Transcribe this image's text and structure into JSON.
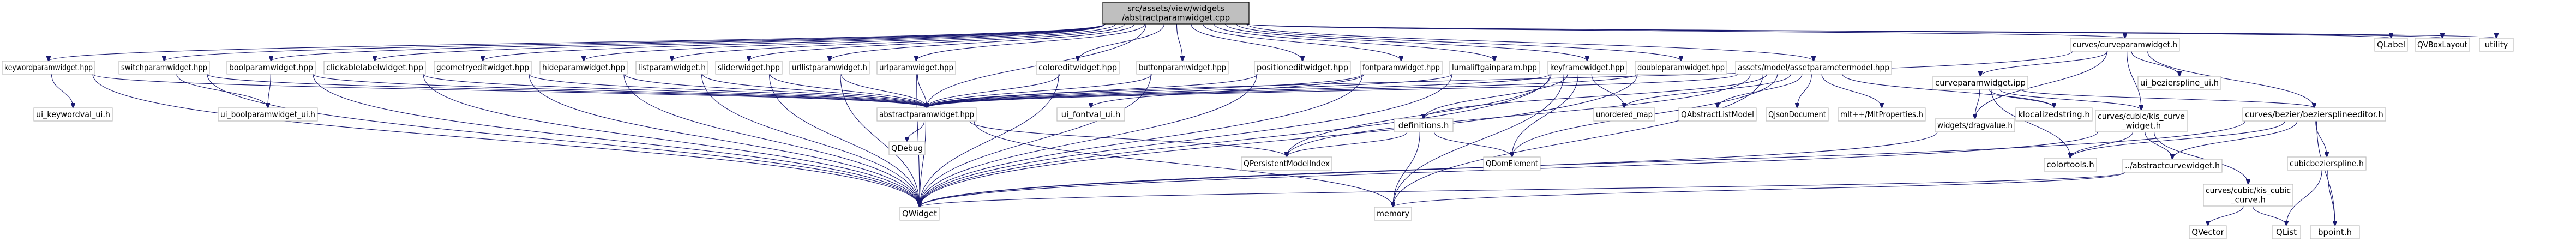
{
  "diagram": {
    "type": "include-dependency-graph",
    "colors": {
      "edge": "#191970",
      "node_border": "#bfbfbf",
      "root_fill": "#bfbfbf",
      "unresolved_text": "#ff0000",
      "text": "#000000"
    },
    "nodes": [
      {
        "id": "root",
        "label_lines": [
          "src/assets/view/widgets",
          "/abstractparamwidget.cpp"
        ],
        "kind": "root"
      },
      {
        "id": "keyword",
        "label_lines": [
          "keywordparamwidget.hpp"
        ],
        "kind": "file"
      },
      {
        "id": "switch",
        "label_lines": [
          "switchparamwidget.hpp"
        ],
        "kind": "file"
      },
      {
        "id": "bool",
        "label_lines": [
          "boolparamwidget.hpp"
        ],
        "kind": "file"
      },
      {
        "id": "clickable",
        "label_lines": [
          "clickablelabelwidget.hpp"
        ],
        "kind": "file"
      },
      {
        "id": "geometry",
        "label_lines": [
          "geometryeditwidget.hpp"
        ],
        "kind": "missing"
      },
      {
        "id": "hide",
        "label_lines": [
          "hideparamwidget.hpp"
        ],
        "kind": "file"
      },
      {
        "id": "listparam",
        "label_lines": [
          "listparamwidget.h"
        ],
        "kind": "missing"
      },
      {
        "id": "slider",
        "label_lines": [
          "sliderwidget.hpp"
        ],
        "kind": "missing"
      },
      {
        "id": "urllist",
        "label_lines": [
          "urllistparamwidget.h"
        ],
        "kind": "missing"
      },
      {
        "id": "urlparam",
        "label_lines": [
          "urlparamwidget.hpp"
        ],
        "kind": "missing"
      },
      {
        "id": "colored",
        "label_lines": [
          "coloreditwidget.hpp"
        ],
        "kind": "file"
      },
      {
        "id": "button",
        "label_lines": [
          "buttonparamwidget.hpp"
        ],
        "kind": "file"
      },
      {
        "id": "positioned",
        "label_lines": [
          "positioneditwidget.hpp"
        ],
        "kind": "missing"
      },
      {
        "id": "font",
        "label_lines": [
          "fontparamwidget.hpp"
        ],
        "kind": "file"
      },
      {
        "id": "lumaliftgain",
        "label_lines": [
          "lumaliftgainparam.hpp"
        ],
        "kind": "file"
      },
      {
        "id": "keyframe",
        "label_lines": [
          "keyframewidget.hpp"
        ],
        "kind": "file"
      },
      {
        "id": "doubleparam",
        "label_lines": [
          "doubleparamwidget.hpp"
        ],
        "kind": "missing"
      },
      {
        "id": "assetmodel",
        "label_lines": [
          "assets/model/assetparametermodel.hpp"
        ],
        "kind": "file"
      },
      {
        "id": "curves",
        "label_lines": [
          "curves/curveparamwidget.h"
        ],
        "kind": "file"
      },
      {
        "id": "qlabel",
        "label_lines": [
          "QLabel"
        ],
        "kind": "system"
      },
      {
        "id": "qvbox",
        "label_lines": [
          "QVBoxLayout"
        ],
        "kind": "system"
      },
      {
        "id": "utility",
        "label_lines": [
          "utility"
        ],
        "kind": "system"
      },
      {
        "id": "ui_keyword",
        "label_lines": [
          "ui_keywordval_ui.h"
        ],
        "kind": "system"
      },
      {
        "id": "ui_bool",
        "label_lines": [
          "ui_boolparamwidget_ui.h"
        ],
        "kind": "system"
      },
      {
        "id": "abstract",
        "label_lines": [
          "abstractparamwidget.hpp"
        ],
        "kind": "file"
      },
      {
        "id": "ui_font",
        "label_lines": [
          "ui_fontval_ui.h"
        ],
        "kind": "system"
      },
      {
        "id": "qdebug",
        "label_lines": [
          "QDebug"
        ],
        "kind": "system"
      },
      {
        "id": "qpersistent",
        "label_lines": [
          "QPersistentModelIndex"
        ],
        "kind": "system"
      },
      {
        "id": "qwidget",
        "label_lines": [
          "QWidget"
        ],
        "kind": "system"
      },
      {
        "id": "definitions",
        "label_lines": [
          "definitions.h"
        ],
        "kind": "missing"
      },
      {
        "id": "qdomelement",
        "label_lines": [
          "QDomElement"
        ],
        "kind": "system"
      },
      {
        "id": "unordered_map",
        "label_lines": [
          "unordered_map"
        ],
        "kind": "system"
      },
      {
        "id": "qabstractlist",
        "label_lines": [
          "QAbstractListModel"
        ],
        "kind": "system"
      },
      {
        "id": "qjson",
        "label_lines": [
          "QJsonDocument"
        ],
        "kind": "system"
      },
      {
        "id": "mlt",
        "label_lines": [
          "mlt++/MltProperties.h"
        ],
        "kind": "system"
      },
      {
        "id": "klocalized",
        "label_lines": [
          "klocalizedstring.h"
        ],
        "kind": "system"
      },
      {
        "id": "memory",
        "label_lines": [
          "memory"
        ],
        "kind": "system"
      },
      {
        "id": "curveparamwidget_ipp",
        "label_lines": [
          "curveparamwidget.ipp"
        ],
        "kind": "missing"
      },
      {
        "id": "ui_bezier",
        "label_lines": [
          "ui_bezierspline_ui.h"
        ],
        "kind": "system"
      },
      {
        "id": "widgetsdragvalue",
        "label_lines": [
          "widgets/dragvalue.h"
        ],
        "kind": "missing"
      },
      {
        "id": "cubic_curve_widget",
        "label_lines": [
          "curves/cubic/kis_curve",
          "_widget.h"
        ],
        "kind": "file"
      },
      {
        "id": "bezier_editor",
        "label_lines": [
          "curves/bezier/beziersplineeditor.h"
        ],
        "kind": "file"
      },
      {
        "id": "colortools",
        "label_lines": [
          "colortools.h"
        ],
        "kind": "missing"
      },
      {
        "id": "abstractcurve",
        "label_lines": [
          "../abstractcurvewidget.h"
        ],
        "kind": "missing"
      },
      {
        "id": "cubic_curve",
        "label_lines": [
          "curves/cubic/kis_cubic",
          "_curve.h"
        ],
        "kind": "file"
      },
      {
        "id": "cubicbezierspline",
        "label_lines": [
          "cubicbezierspline.h"
        ],
        "kind": "missing"
      },
      {
        "id": "qvector",
        "label_lines": [
          "QVector"
        ],
        "kind": "system"
      },
      {
        "id": "qlist",
        "label_lines": [
          "QList"
        ],
        "kind": "system"
      },
      {
        "id": "bpoint",
        "label_lines": [
          "bpoint.h"
        ],
        "kind": "missing"
      }
    ]
  }
}
